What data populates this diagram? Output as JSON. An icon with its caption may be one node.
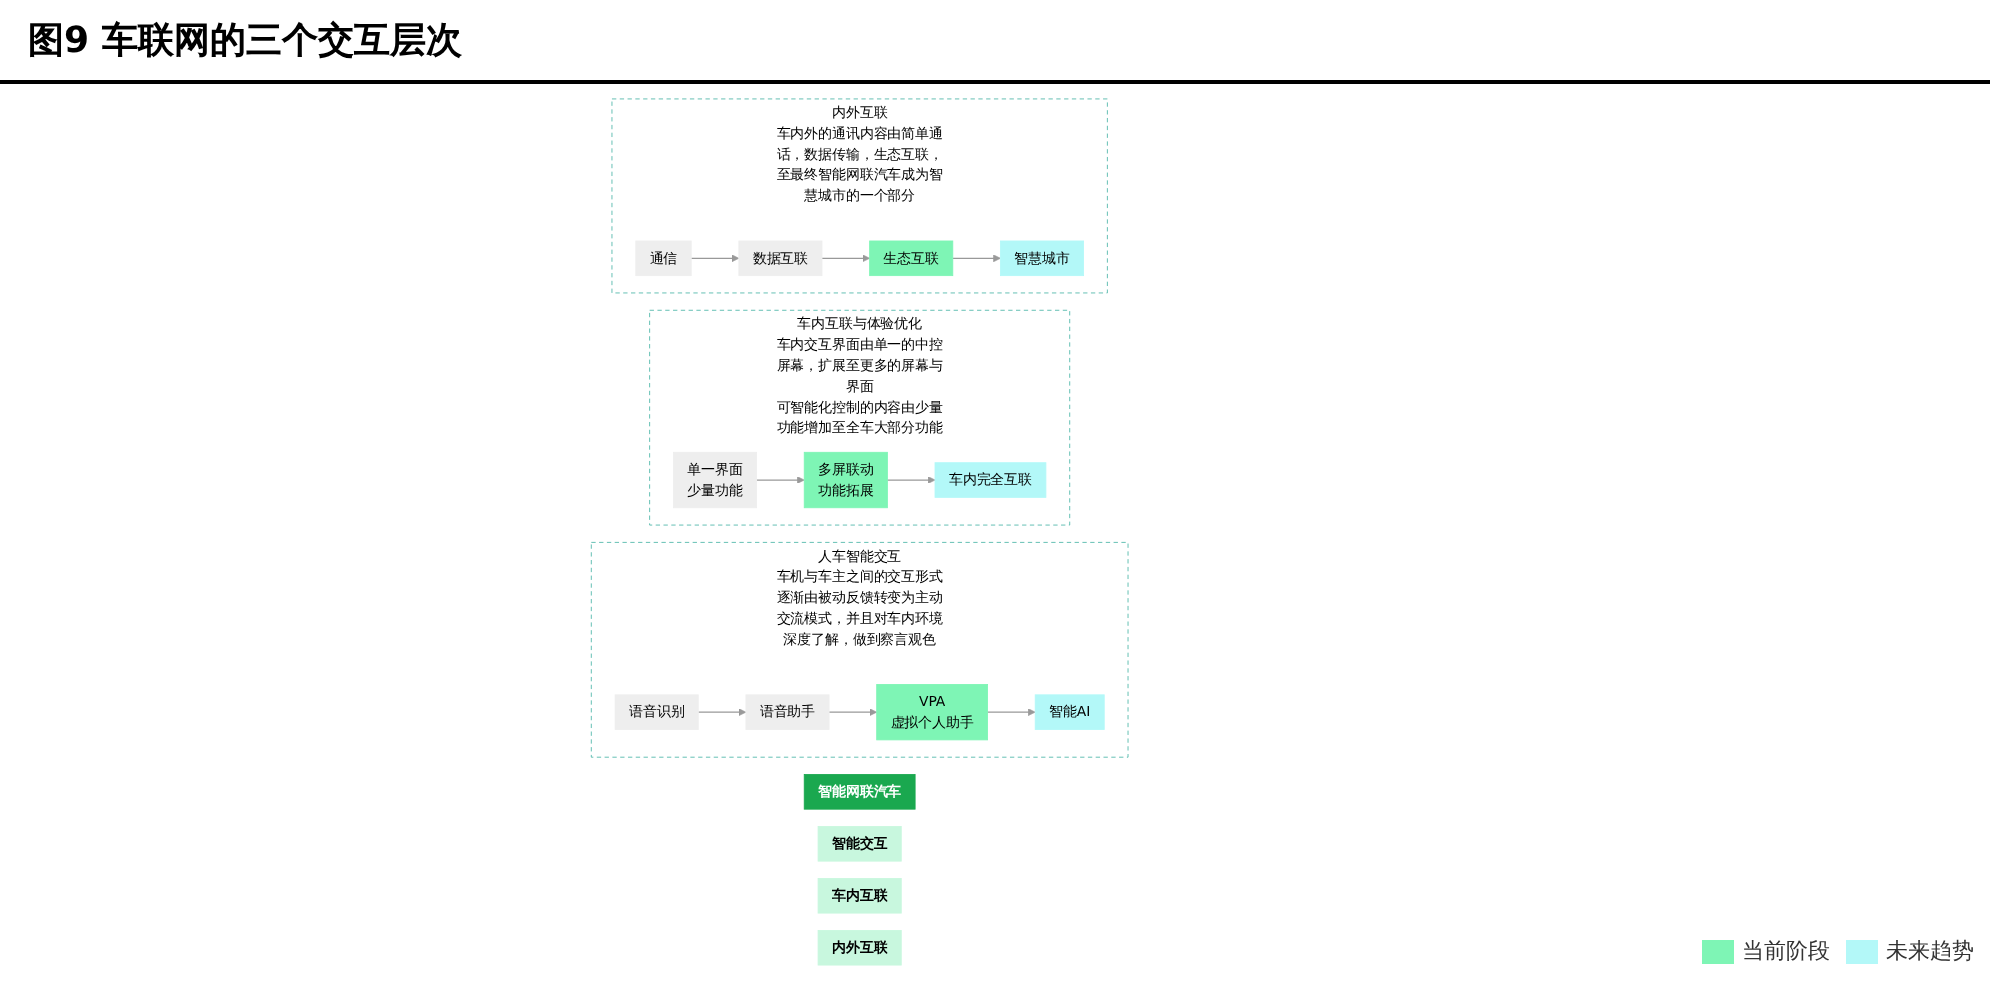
{
  "diagram": {
    "title": "图9 车联网的三个交互层次",
    "nodes": [
      {
        "text": [
          "智能网联汽车"
        ]
      },
      {
        "text": [
          "智能交互"
        ]
      },
      {
        "text": [
          "人车智能交互",
          "车机与车主之间的交互形式逐渐由被动反馈转变为主动交流模式，并且对车内环境深度了解，做到察言观色"
        ]
      },
      {
        "text": [
          "语音识别"
        ],
        "in": 2
      },
      {
        "text": [
          "语音助手"
        ],
        "in": 2
      },
      {
        "text": [
          "VPA",
          "虚拟个人助手"
        ],
        "in": 2
      },
      {
        "text": [
          "智能AI"
        ],
        "in": 2
      },
      {
        "text": [
          "车内互联"
        ]
      },
      {
        "text": [
          "车内互联与体验优化",
          "车内交互界面由单一的中控屏幕，扩展至更多的屏幕与界面",
          "可智能化控制的内容由少量功能增加至全车大部分功能"
        ]
      },
      {
        "text": [
          "单一界面",
          "少量功能"
        ],
        "in": 8
      },
      {
        "text": [
          "多屏联动",
          "功能拓展"
        ],
        "in": 8
      },
      {
        "text": [
          "车内完全互联"
        ],
        "in": 8
      },
      {
        "text": [
          "内外互联"
        ]
      },
      {
        "text": [
          "内外互联",
          "车内外的通讯内容由简单通话，数据传输，生态互联，至最终智能网联汽车成为智慧城市的一个部分"
        ]
      },
      {
        "text": [
          "通信"
        ],
        "in": 13
      },
      {
        "text": [
          "数据互联"
        ],
        "in": 13
      },
      {
        "text": [
          "生态互联"
        ],
        "in": 13
      },
      {
        "text": [
          "智慧城市"
        ],
        "in": 13
      }
    ],
    "edges": [
      {
        "from": 3,
        "to": 4,
        "arrow": "to"
      },
      {
        "from": 4,
        "to": 5,
        "arrow": "to"
      },
      {
        "from": 5,
        "to": 6,
        "arrow": "to"
      },
      {
        "from": 9,
        "to": 10,
        "arrow": "to"
      },
      {
        "from": 10,
        "to": 11,
        "arrow": "to"
      },
      {
        "from": 14,
        "to": 15,
        "arrow": "to"
      },
      {
        "from": 15,
        "to": 16,
        "arrow": "to"
      },
      {
        "from": 16,
        "to": 17,
        "arrow": "to"
      }
    ],
    "legend": [
      {
        "text": "当前阶段",
        "color": "#7ef5b5"
      },
      {
        "text": "未来趋势",
        "color": "#b3f8f8"
      }
    ]
  }
}
